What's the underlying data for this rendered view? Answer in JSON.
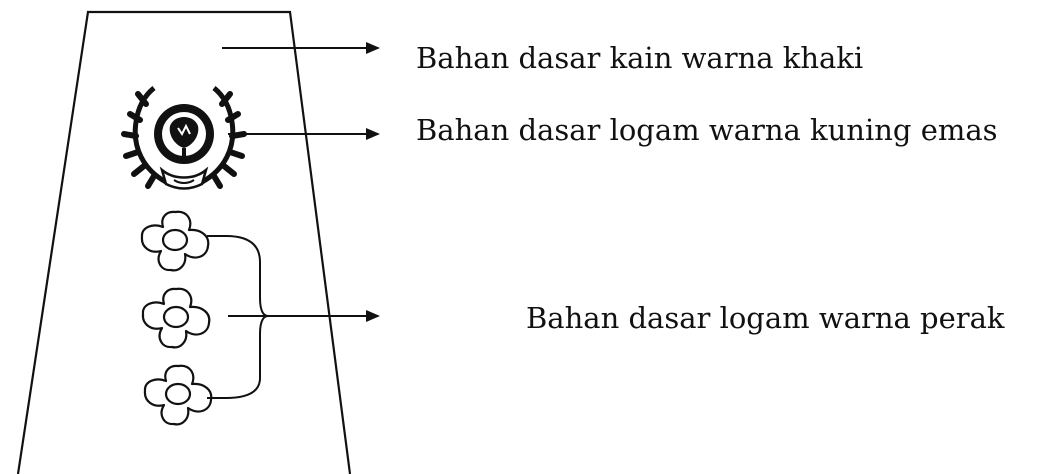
{
  "labels": {
    "fabric": "Bahan dasar kain warna khaki",
    "emblem": "Bahan dasar logam warna kuning emas",
    "flowers": "Bahan dasar logam warna perak"
  },
  "colors": {
    "ink": "#111111",
    "background": "#ffffff"
  },
  "icons": {
    "emblem": "state-emblem-icon",
    "flower": "flower-icon"
  }
}
